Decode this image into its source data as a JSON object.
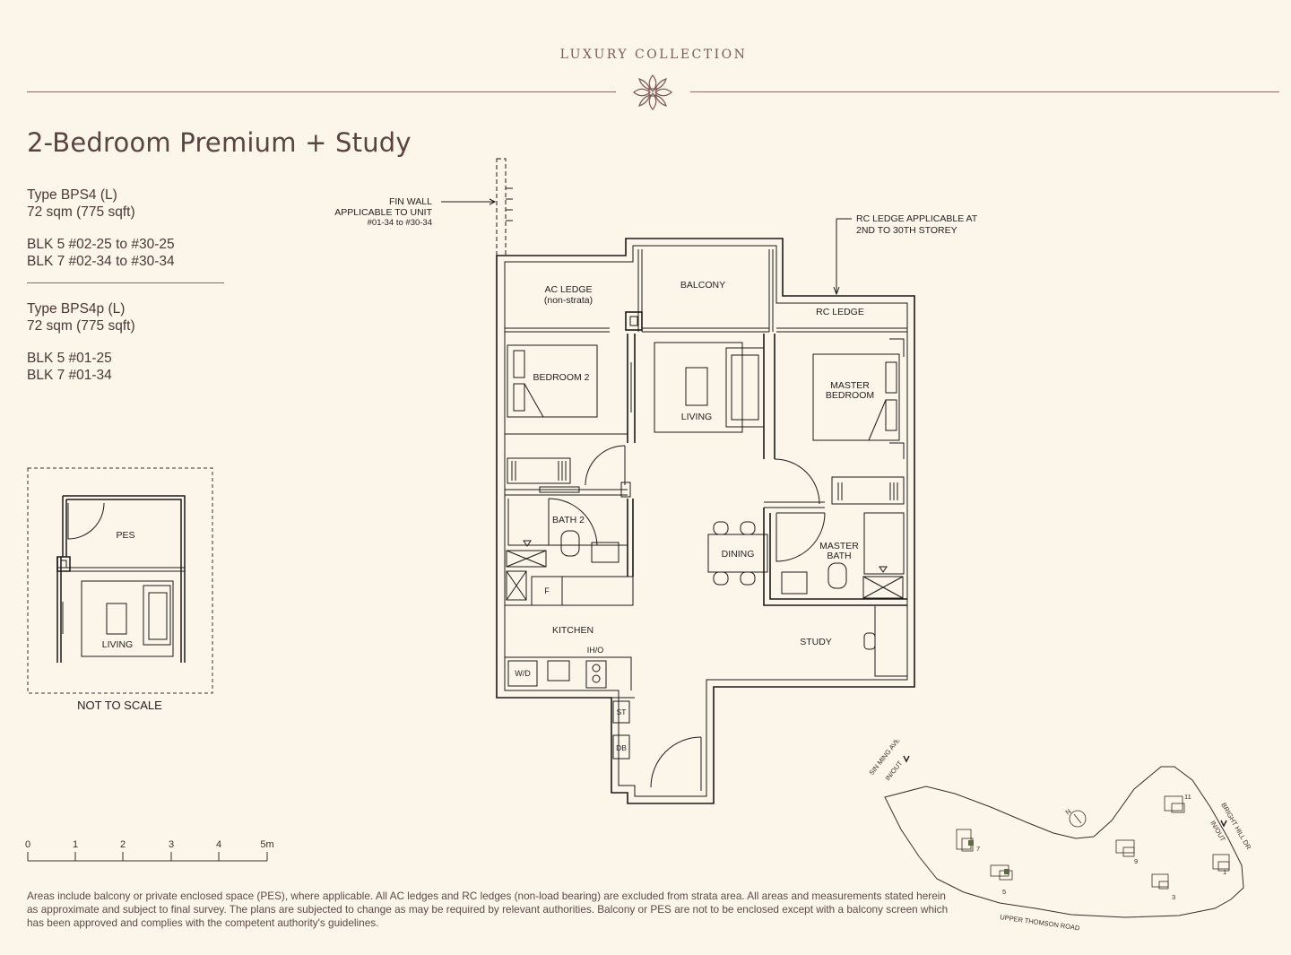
{
  "header": {
    "brand": "LUXURY COLLECTION"
  },
  "unit": {
    "title": "2-Bedroom Premium + Study",
    "types": [
      {
        "type": "Type BPS4 (L)",
        "area": "72 sqm (775 sqft)",
        "blocks": [
          "BLK 5 #02-25 to #30-25",
          "BLK 7 #02-34 to #30-34"
        ]
      },
      {
        "type": "Type BPS4p (L)",
        "area": "72 sqm (775 sqft)",
        "blocks": [
          "BLK 5 #01-25",
          "BLK 7 #01-34"
        ]
      }
    ]
  },
  "inset": {
    "pes": "PES",
    "living": "LIVING",
    "caption": "NOT TO SCALE"
  },
  "plan": {
    "fin_wall": [
      "FIN WALL",
      "APPLICABLE TO UNIT",
      "#01-34 to #30-34"
    ],
    "rc_note": [
      "RC LEDGE APPLICABLE AT",
      "2ND TO 30TH STOREY"
    ],
    "rooms": {
      "ac_ledge": "AC LEDGE",
      "ac_ledge_sub": "(non-strata)",
      "balcony": "BALCONY",
      "rc_ledge": "RC LEDGE",
      "bedroom2": "BEDROOM 2",
      "living": "LIVING",
      "master_bedroom_1": "MASTER",
      "master_bedroom_2": "BEDROOM",
      "bath2": "BATH 2",
      "dining": "DINING",
      "master_bath_1": "MASTER",
      "master_bath_2": "BATH",
      "fridge": "F",
      "kitchen": "KITCHEN",
      "ih_o": "IH/O",
      "wd": "W/D",
      "study": "STUDY",
      "st": "ST",
      "db": "DB"
    }
  },
  "scale_bar": {
    "ticks": [
      "0",
      "1",
      "2",
      "3",
      "4",
      "5m"
    ]
  },
  "site_map": {
    "sin_ming": "SIN MING AVE",
    "in_out": "IN/OUT",
    "bright_hill": "BRIGHT HILL DR",
    "upper_thomson": "UPPER THOMSON ROAD",
    "north": "N",
    "blocks": [
      "11",
      "7",
      "5",
      "9",
      "3",
      "1"
    ]
  },
  "footnote": "Areas include balcony or private enclosed space (PES), where applicable. All AC ledges and RC ledges (non-load bearing) are excluded from strata area. All areas and measurements stated herein as approximate and subject to final survey. The plans are subjected to change as may be required by relevant authorities. Balcony or PES are not to be enclosed except with a balcony screen which has been approved and complies with the competent authority's guidelines.",
  "colors": {
    "background": "#fcf5e9",
    "brand": "#7b5b55",
    "title": "#5a4442",
    "line": "#1a1a1a"
  }
}
